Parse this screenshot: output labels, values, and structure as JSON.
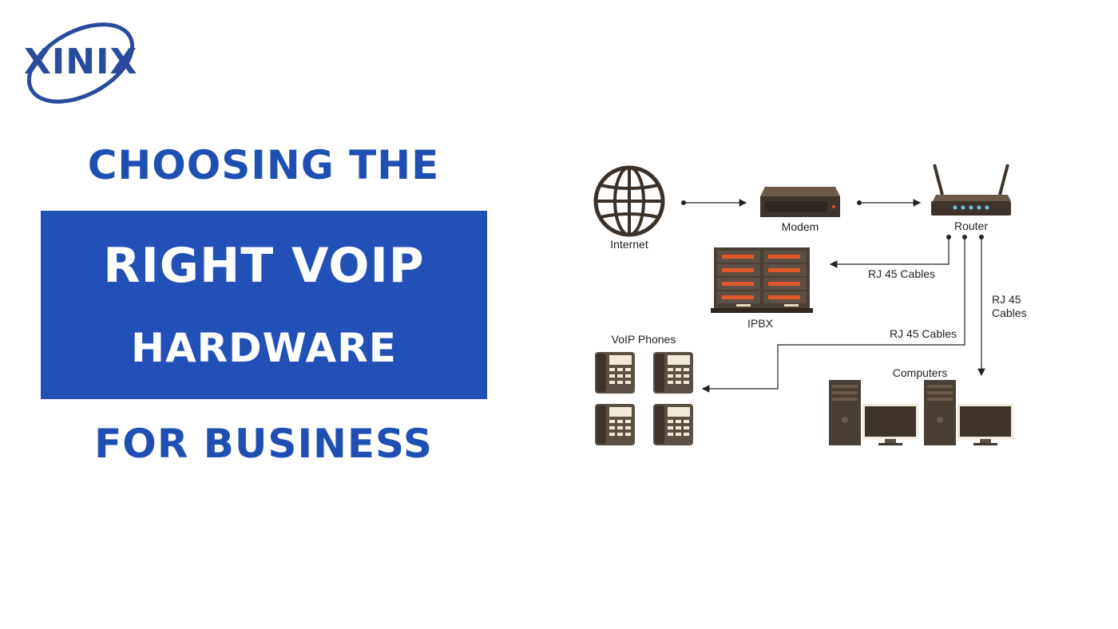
{
  "logo": {
    "text": "XINIX"
  },
  "headline": {
    "line1": "CHOOSING THE",
    "line2": "RIGHT VOIP",
    "line3": "HARDWARE",
    "line4": "FOR BUSINESS"
  },
  "diagram": {
    "nodes": {
      "internet": "Internet",
      "modem": "Modem",
      "router": "Router",
      "ipbx": "IPBX",
      "voip_phones": "VoIP Phones",
      "computers": "Computers"
    },
    "edges": {
      "router_to_ipbx": "RJ 45 Cables",
      "router_to_phones": "RJ 45 Cables",
      "router_to_computers_line1": "RJ 45",
      "router_to_computers_line2": "Cables"
    }
  },
  "colors": {
    "brand_blue": "#2150b7",
    "device_brown": "#4a3f35",
    "device_orange": "#e2562a"
  }
}
